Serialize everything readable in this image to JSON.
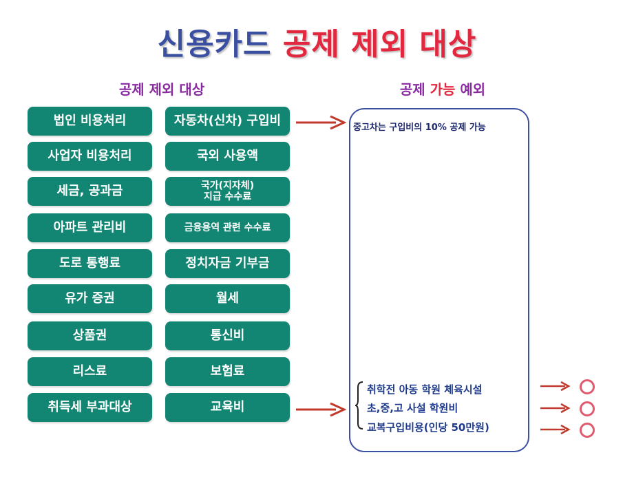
{
  "title": {
    "part1": "신용카드",
    "part2": "공제 제외 대상"
  },
  "subheads": {
    "left": "공제 제외 대상",
    "right_a": "공제",
    "right_b": "가능",
    "right_c": "예외"
  },
  "col1": [
    "법인 비용처리",
    "사업자 비용처리",
    "세금, 공과금",
    "아파트 관리비",
    "도로 통행료",
    "유가 증권",
    "상품권",
    "리스료",
    "취득세 부과대상"
  ],
  "col2": {
    "r1": "자동차(신차) 구입비",
    "r2": "국외 사용액",
    "r3a": "국가(지자체)",
    "r3b": "지급 수수료",
    "r4": "금융용역 관련 수수료",
    "r5": "정치자금 기부금",
    "r6": "월세",
    "r7": "통신비",
    "r8": "보험료",
    "r9": "교육비"
  },
  "panel": {
    "top_text": "중고차는 구입비의 10% 공제 가능",
    "exceptions": [
      "취학전 아동 학원 체육시설",
      "초,중,고 사설 학원비",
      "교복구입비용(인당 50만원)"
    ]
  },
  "colors": {
    "green": "#138673",
    "blue": "#3a4fa0",
    "red": "#e2283f",
    "purple": "#8a2aa0",
    "circle": "#e05a6e"
  }
}
